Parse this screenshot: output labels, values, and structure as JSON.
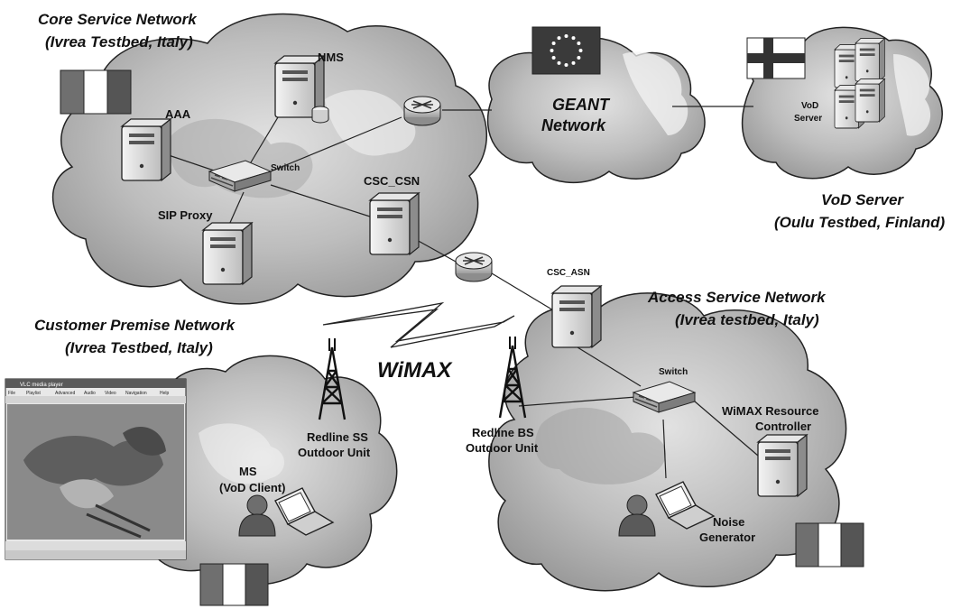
{
  "regions": {
    "core_title": "Core Service Network",
    "core_subtitle": "(Ivrea Testbed, Italy)",
    "geant_line1": "GEANT",
    "geant_line2": "Network",
    "vod_title": "VoD Server",
    "vod_subtitle": "(Oulu Testbed, Finland)",
    "cpn_title": "Customer Premise Network",
    "cpn_subtitle": "(Ivrea Testbed, Italy)",
    "asn_title": "Access Service Network",
    "asn_subtitle": "(Ivrea testbed, Italy)",
    "wimax": "WiMAX"
  },
  "nodes": {
    "nms": "NMS",
    "aaa": "AAA",
    "switch_core": "Switch",
    "sip_proxy": "SIP Proxy",
    "csc_csn": "CSC_CSN",
    "csc_asn": "CSC_ASN",
    "vod_server_l1": "VoD",
    "vod_server_l2": "Server",
    "switch_asn": "Switch",
    "wimax_rc_l1": "WiMAX Resource",
    "wimax_rc_l2": "Controller",
    "redline_ss_l1": "Redline SS",
    "redline_ss_l2": "Outdoor Unit",
    "redline_bs_l1": "Redline BS",
    "redline_bs_l2": "Outdoor Unit",
    "ms_l1": "MS",
    "ms_l2": "(VoD Client)",
    "noise_l1": "Noise",
    "noise_l2": "Generator"
  },
  "media_player": {
    "title": "VLC media player",
    "menu": [
      "File",
      "Playlist",
      "Advanced",
      "Audio",
      "Video",
      "Navigation",
      "Help"
    ]
  },
  "colors": {
    "cloud_fill": "#c9c9c9",
    "cloud_shade": "#8f8f8f",
    "stroke": "#222222",
    "flag_italy_green": "#6f6f6f",
    "flag_italy_red": "#555555",
    "eu_blue": "#3a3a3a"
  }
}
